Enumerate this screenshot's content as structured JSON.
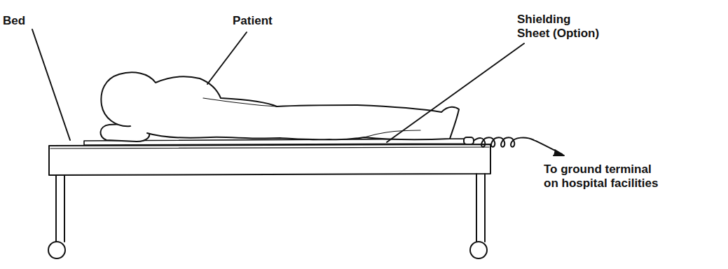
{
  "diagram": {
    "labels": [
      "Bed",
      "Patient",
      "Shielding Sheet (Option)",
      "To ground terminal on hospital facilities"
    ]
  }
}
